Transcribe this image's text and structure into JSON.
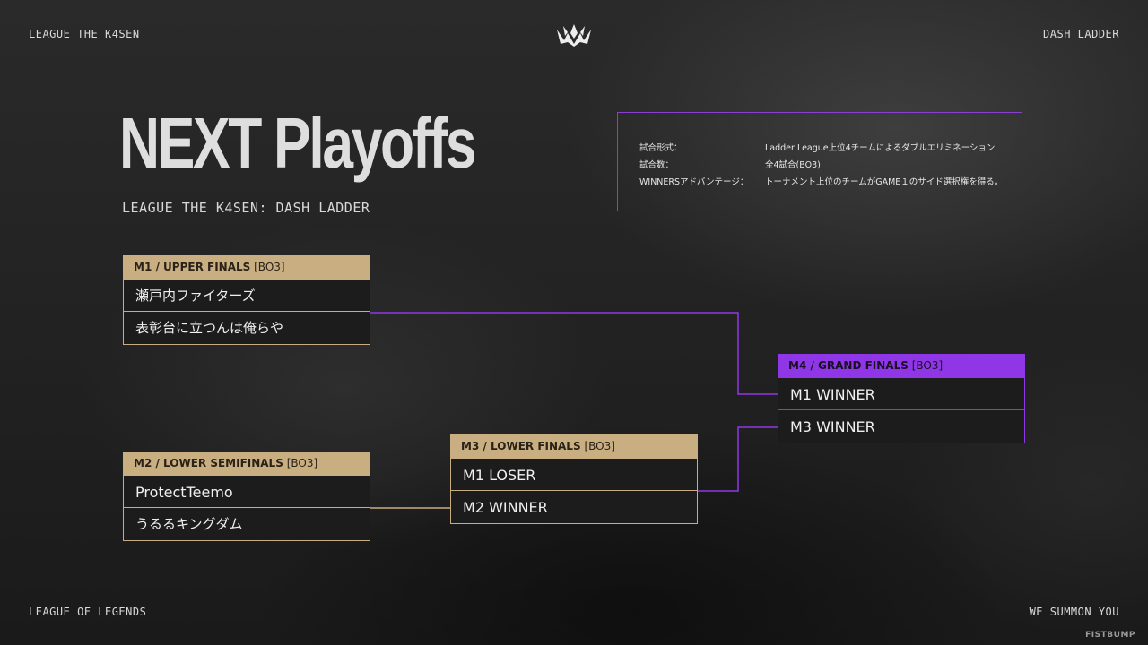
{
  "header": {
    "left": "LEAGUE THE K4SEN",
    "right": "DASH LADDER",
    "logo_icon": "crown-logo-icon"
  },
  "footer": {
    "left": "LEAGUE OF LEGENDS",
    "right": "WE SUMMON YOU",
    "credit": "FISTBUMP"
  },
  "hero": {
    "title": "NEXT Playoffs",
    "subtitle": "LEAGUE THE K4SEN: DASH LADDER"
  },
  "info": {
    "rows": [
      {
        "label": "試合形式：",
        "value": "Ladder League上位4チームによるダブルエリミネーション"
      },
      {
        "label": "試合数：",
        "value": "全4試合(BO3)"
      },
      {
        "label": "WINNERSアドバンテージ：",
        "value": "トーナメント上位のチームがGAME１のサイド選択権を得る。"
      }
    ]
  },
  "matches": {
    "m1": {
      "id": "M1",
      "name": "UPPER FINALS",
      "format": "[BO3]",
      "teams": [
        "瀬戸内ファイターズ",
        "表彰台に立つんは俺らや"
      ]
    },
    "m2": {
      "id": "M2",
      "name": "LOWER SEMIFINALS",
      "format": "[BO3]",
      "teams": [
        "ProtectTeemo",
        "うるるキングダム"
      ]
    },
    "m3": {
      "id": "M3",
      "name": "LOWER FINALS",
      "format": "[BO3]",
      "teams": [
        "M1 LOSER",
        "M2 WINNER"
      ]
    },
    "m4": {
      "id": "M4",
      "name": "GRAND FINALS",
      "format": "[BO3]",
      "teams": [
        "M1 WINNER",
        "M3 WINNER"
      ]
    }
  },
  "colors": {
    "gold": "#c9ae82",
    "purple": "#8f37e6",
    "background": "#1e1e1e"
  }
}
